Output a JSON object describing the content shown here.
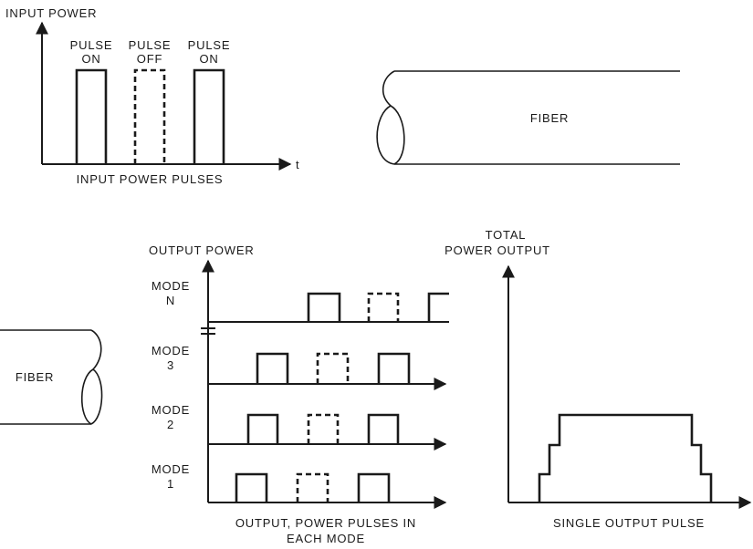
{
  "input_panel": {
    "y_label": "INPUT POWER",
    "x_label": "t",
    "caption": "INPUT POWER PULSES",
    "pulses": [
      {
        "line1": "PULSE",
        "line2": "ON",
        "state": "on"
      },
      {
        "line1": "PULSE",
        "line2": "OFF",
        "state": "off"
      },
      {
        "line1": "PULSE",
        "line2": "ON",
        "state": "on"
      }
    ]
  },
  "fiber_top": {
    "label": "FIBER"
  },
  "fiber_left": {
    "label": "FIBER"
  },
  "modes_panel": {
    "y_label": "OUTPUT POWER",
    "caption_line1": "OUTPUT, POWER PULSES IN",
    "caption_line2": "EACH MODE",
    "modes": [
      {
        "line1": "MODE",
        "line2": "N",
        "pulses": [
          "on",
          "off",
          "on"
        ]
      },
      {
        "line1": "MODE",
        "line2": "3",
        "pulses": [
          "on",
          "off",
          "on"
        ]
      },
      {
        "line1": "MODE",
        "line2": "2",
        "pulses": [
          "on",
          "off",
          "on"
        ]
      },
      {
        "line1": "MODE",
        "line2": "1",
        "pulses": [
          "on",
          "off",
          "on"
        ]
      }
    ]
  },
  "total_panel": {
    "y_label_line1": "TOTAL",
    "y_label_line2": "POWER OUTPUT",
    "caption": "SINGLE OUTPUT PULSE"
  }
}
